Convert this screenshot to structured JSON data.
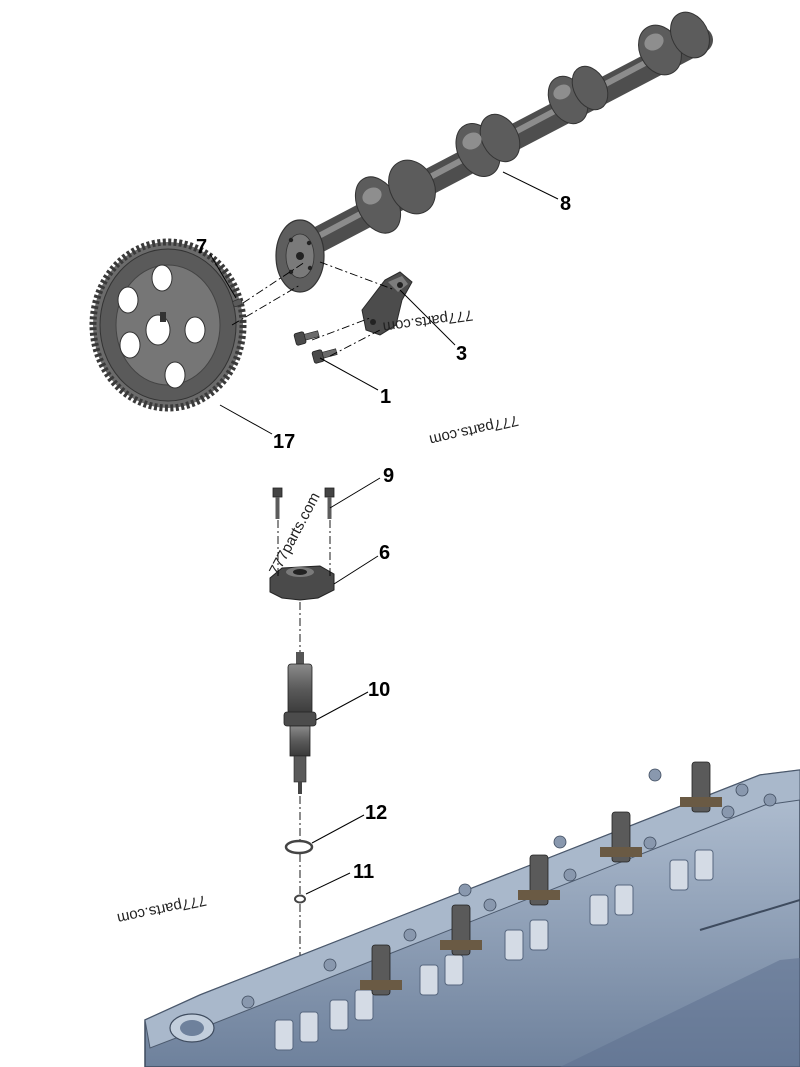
{
  "callouts": {
    "c8": "8",
    "c7": "7",
    "c3": "3",
    "c1": "1",
    "c17": "17",
    "c9": "9",
    "c6": "6",
    "c10": "10",
    "c12": "12",
    "c11": "11"
  },
  "watermark": {
    "text": "777parts.com"
  },
  "colors": {
    "part_dark": "#4a4a4a",
    "part_mid": "#6b6b6b",
    "part_light": "#9a9a9a",
    "head_blue": "#7f93ad",
    "head_light": "#aebdd0",
    "head_dark": "#56667e",
    "leader": "#000000"
  }
}
